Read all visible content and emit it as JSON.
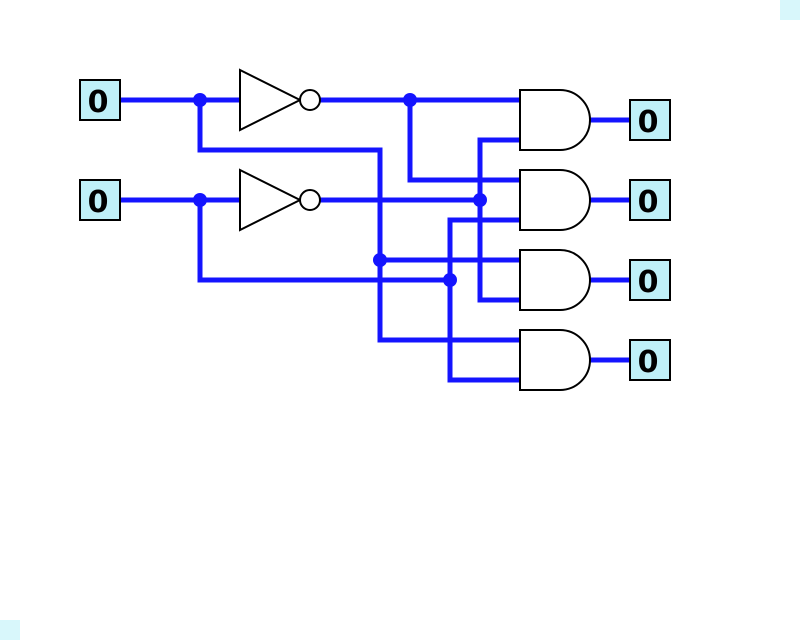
{
  "colors": {
    "wire": "#1414ff",
    "pin_fill": "#bff0f8",
    "gate_stroke": "#000000",
    "gate_fill": "#ffffff",
    "corner_marker": "#d8f7fb"
  },
  "inputs": [
    {
      "name": "input-pin-1",
      "value": "0"
    },
    {
      "name": "input-pin-2",
      "value": "0"
    }
  ],
  "outputs": [
    {
      "name": "output-pin-1",
      "value": "0"
    },
    {
      "name": "output-pin-2",
      "value": "0"
    },
    {
      "name": "output-pin-3",
      "value": "0"
    },
    {
      "name": "output-pin-4",
      "value": "0"
    }
  ],
  "gates": {
    "not_count": 2,
    "and_count": 4
  }
}
